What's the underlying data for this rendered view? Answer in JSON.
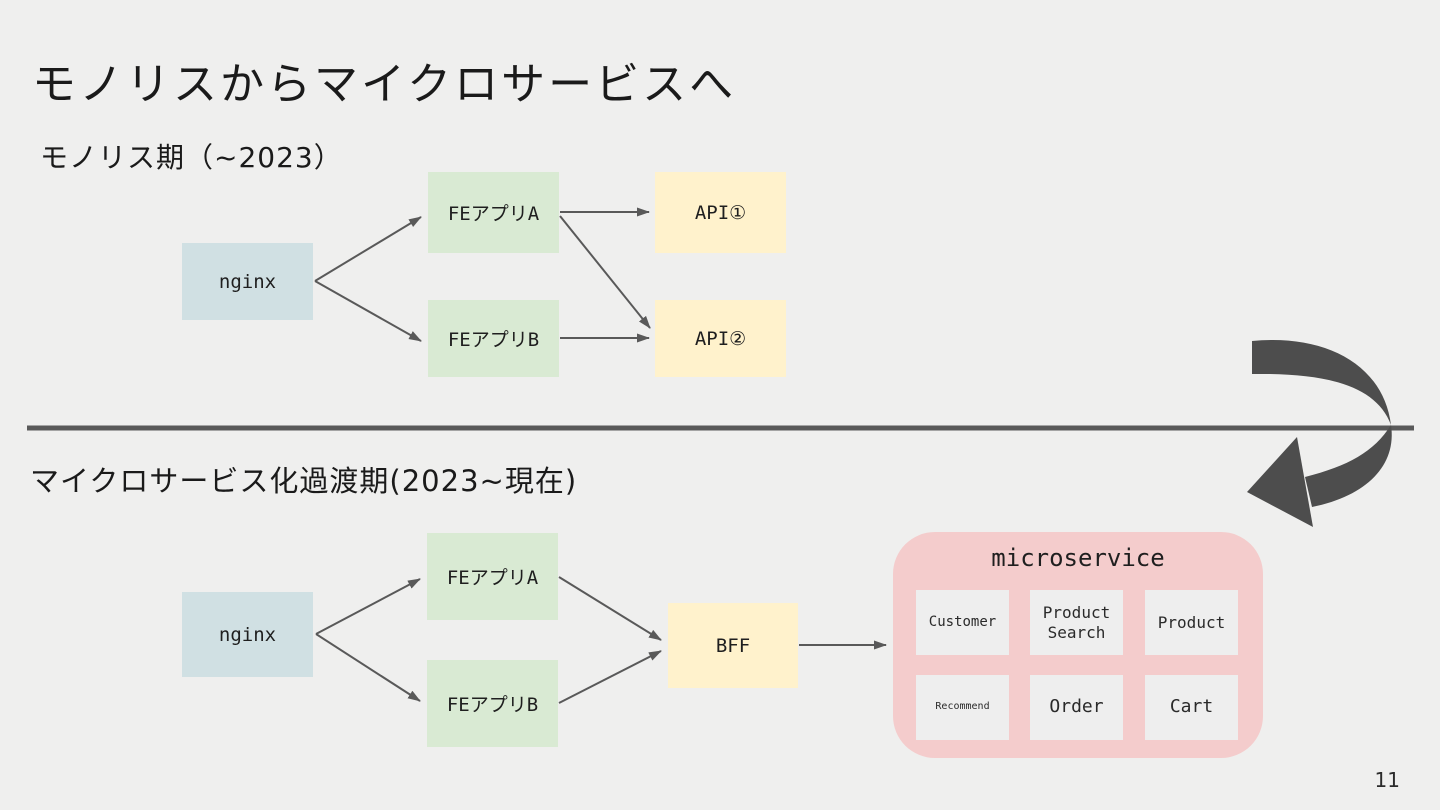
{
  "slide": {
    "title": "モノリスからマイクロサービスへ",
    "page_number": "11",
    "background_color": "#efefee"
  },
  "colors": {
    "nginx_box": "#d0e0e3",
    "fe_box": "#d9ead3",
    "api_box": "#fff2cc",
    "microservice_container": "#f4cccc",
    "service_box": "#eeeeee",
    "connector_arrow": "#595959",
    "uturn_arrow": "#4d4d4d",
    "divider_line": "#595959"
  },
  "monolith": {
    "heading": "モノリス期（~2023）",
    "nginx": "nginx",
    "fe_a": "FEアプリA",
    "fe_b": "FEアプリB",
    "api_1": "API①",
    "api_2": "API②"
  },
  "transition": {
    "heading": "マイクロサービス化過渡期(2023~現在)",
    "nginx": "nginx",
    "fe_a": "FEアプリA",
    "fe_b": "FEアプリB",
    "bff": "BFF",
    "microservice": {
      "title": "microservice",
      "services": [
        "Customer",
        "Product Search",
        "Product",
        "Recommend",
        "Order",
        "Cart"
      ]
    }
  }
}
